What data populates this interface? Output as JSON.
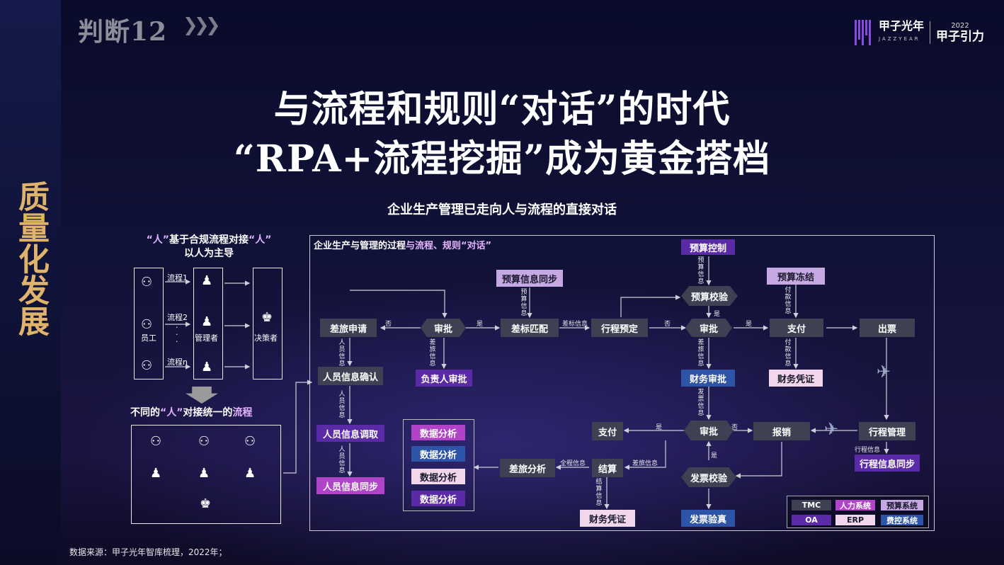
{
  "header": {
    "judge_label": "判断12",
    "brand_name": "甲子光年",
    "brand_sub": "JAZZYEAR",
    "brand_year": "2022",
    "brand_event": "甲子引力"
  },
  "sidebar": {
    "title": "质量化发展"
  },
  "title": {
    "line1": "与流程和规则“对话”的时代",
    "line2": "“RPA+流程挖掘”成为黄金搭档"
  },
  "subtitle": "企业生产管理已走向人与流程的直接对话",
  "left_panel": {
    "head_line1_q1": "“人”",
    "head_line1_mid": "基于合规流程对接",
    "head_line1_q2": "“人”",
    "head_line2": "以人为主导",
    "staff": "员工",
    "flow1": "流程1",
    "flow2": "流程2",
    "flown": "流程n",
    "dots": "·\n·\n·",
    "manager": "管理者",
    "decider": "决策者",
    "bottom_pre": "不同的",
    "bottom_q": "“人”",
    "bottom_mid": "对接统一的",
    "bottom_flow": "流程"
  },
  "diagram": {
    "title_main": "企业生产与管理的过程",
    "title_hl": "与流程、规则“对话”",
    "nodes": {
      "budget_control": "预算控制",
      "budget_sync": "预算信息同步",
      "budget_check": "预算校验",
      "budget_freeze": "预算冻结",
      "travel_apply": "差旅申请",
      "approve1": "审批",
      "std_match": "差标匹配",
      "trip_book": "行程预定",
      "approve2": "审批",
      "pay1": "支付",
      "ticket": "出票",
      "person_confirm": "人员信息确认",
      "leader_approve": "负责人审批",
      "finance_approve": "财务审批",
      "finance_voucher1": "财务凭证",
      "person_fetch": "人员信息调取",
      "person_sync": "人员信息同步",
      "data1": "数据分析",
      "data2": "数据分析",
      "data3": "数据分析",
      "data4": "数据分析",
      "pay2": "支付",
      "approve3": "审批",
      "reimburse": "报销",
      "trip_manage": "行程管理",
      "travel_analysis": "差旅分析",
      "settle": "结算",
      "invoice_check": "发票校验",
      "trip_sync": "行程信息同步",
      "finance_voucher2": "财务凭证",
      "invoice_verify": "发票验真"
    },
    "labels": {
      "no1": "否",
      "yes1": "是",
      "std_info": "差标信息",
      "no2": "否",
      "yes2": "是",
      "person_info1": "人员信息",
      "travel_info1": "差旅信息",
      "budget_info1": "预算信息",
      "budget_info2": "预算信息",
      "yes3": "是",
      "pay_info1": "付款信息",
      "pay_info2": "付款信息",
      "travel_info2": "差旅信息",
      "invoice_info": "发票信息",
      "person_info2": "人员信息",
      "person_info3": "人员信息",
      "yes4": "是",
      "no3": "否",
      "yes5": "是",
      "full_info": "全程信息",
      "travel_info3": "差旅信息",
      "settle_info": "结算信息",
      "trip_info": "行程信息"
    }
  },
  "legend": {
    "tmc": "TMC",
    "hr": "人力系统",
    "budget": "预算系统",
    "oa": "OA",
    "erp": "ERP",
    "expense": "费控系统"
  },
  "source": "数据来源：甲子光年智库梳理，2022年；",
  "colors": {
    "gold": "#e0b36a",
    "purple": "#5b2aa6",
    "magenta": "#b043c8",
    "lilac": "#c6a9e2",
    "pink": "#f2d6ec",
    "blue": "#2d54a7",
    "gray": "#3e4152"
  }
}
